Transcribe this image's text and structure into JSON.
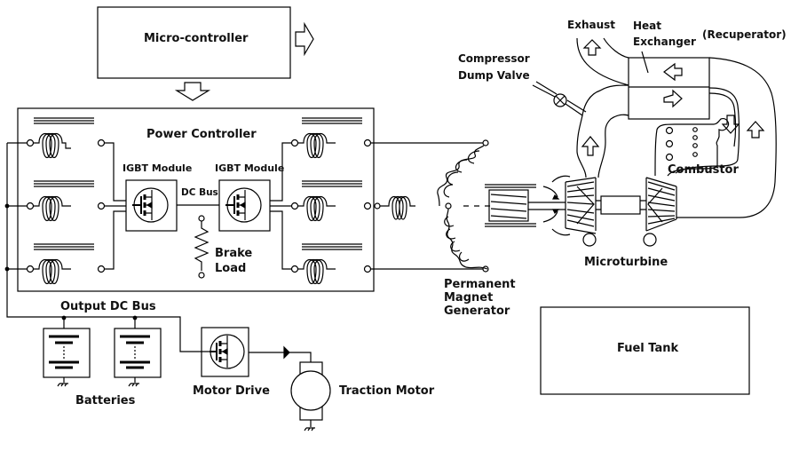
{
  "title": "Microturbine hybrid electric vehicle power system",
  "colors": {
    "stroke": "#000000",
    "background": "#ffffff",
    "text": "#111111"
  },
  "blocks": {
    "micro_controller": "Micro-controller",
    "power_controller": "Power Controller",
    "igbt_left": "IGBT Module",
    "igbt_right": "IGBT Module",
    "dc_bus": "DC Bus",
    "brake_load_line1": "Brake",
    "brake_load_line2": "Load",
    "pmg_line1": "Permanent",
    "pmg_line2": "Magnet",
    "pmg_line3": "Generator",
    "output_dc_bus": "Output DC Bus",
    "batteries": "Batteries",
    "motor_drive": "Motor Drive",
    "traction_motor": "Traction Motor",
    "fuel_tank": "Fuel Tank",
    "microturbine": "Microturbine",
    "combustor": "Combustor",
    "exhaust": "Exhaust",
    "heat_exchanger_line1": "Heat",
    "heat_exchanger_line2": "Exchanger",
    "recuperator": "(Recuperator)",
    "dump_valve_line1": "Compressor",
    "dump_valve_line2": "Dump Valve"
  }
}
